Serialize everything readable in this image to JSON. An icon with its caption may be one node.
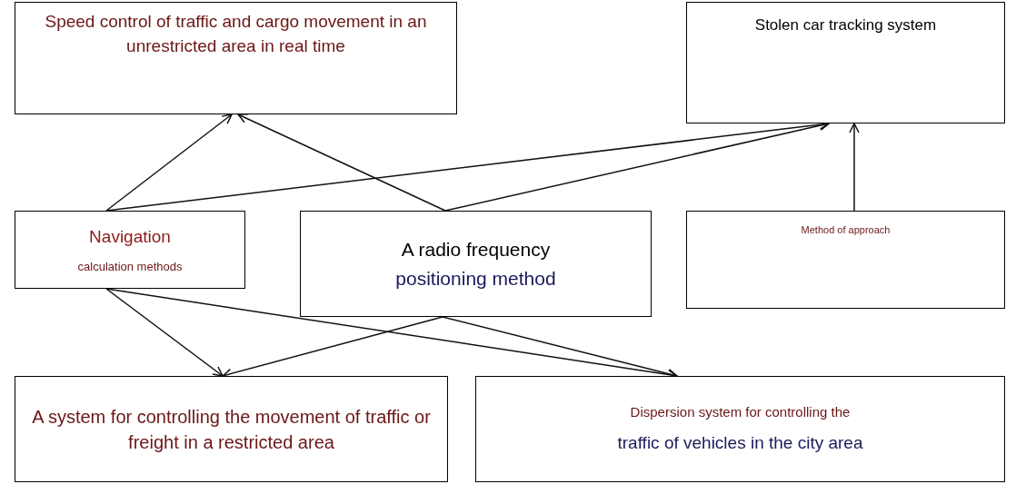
{
  "diagram": {
    "nodes": [
      {
        "text": [
          "Speed control of traffic and cargo movement in an unrestricted area in real time"
        ]
      },
      {
        "text": [
          "Stolen car tracking system"
        ]
      },
      {
        "text": [
          "Navigation",
          "calculation methods"
        ]
      },
      {
        "text": [
          "A radio frequency",
          "positioning method"
        ]
      },
      {
        "text": [
          "Method of approach"
        ]
      },
      {
        "text": [
          "A system for controlling the movement of traffic or freight in a restricted area"
        ]
      },
      {
        "text": [
          "Dispersion system for controlling the",
          "traffic of vehicles in the city area"
        ]
      }
    ],
    "edges": [
      {
        "from": 2,
        "to": 0,
        "arrow": "to"
      },
      {
        "from": 3,
        "to": 0,
        "arrow": "to"
      },
      {
        "from": 2,
        "to": 1,
        "arrow": "to"
      },
      {
        "from": 3,
        "to": 1,
        "arrow": "to"
      },
      {
        "from": 4,
        "to": 1,
        "arrow": "to"
      },
      {
        "from": 2,
        "to": 5,
        "arrow": "to"
      },
      {
        "from": 3,
        "to": 5,
        "arrow": "to"
      },
      {
        "from": 2,
        "to": 6,
        "arrow": "to"
      },
      {
        "from": 3,
        "to": 6,
        "arrow": "to"
      }
    ]
  }
}
